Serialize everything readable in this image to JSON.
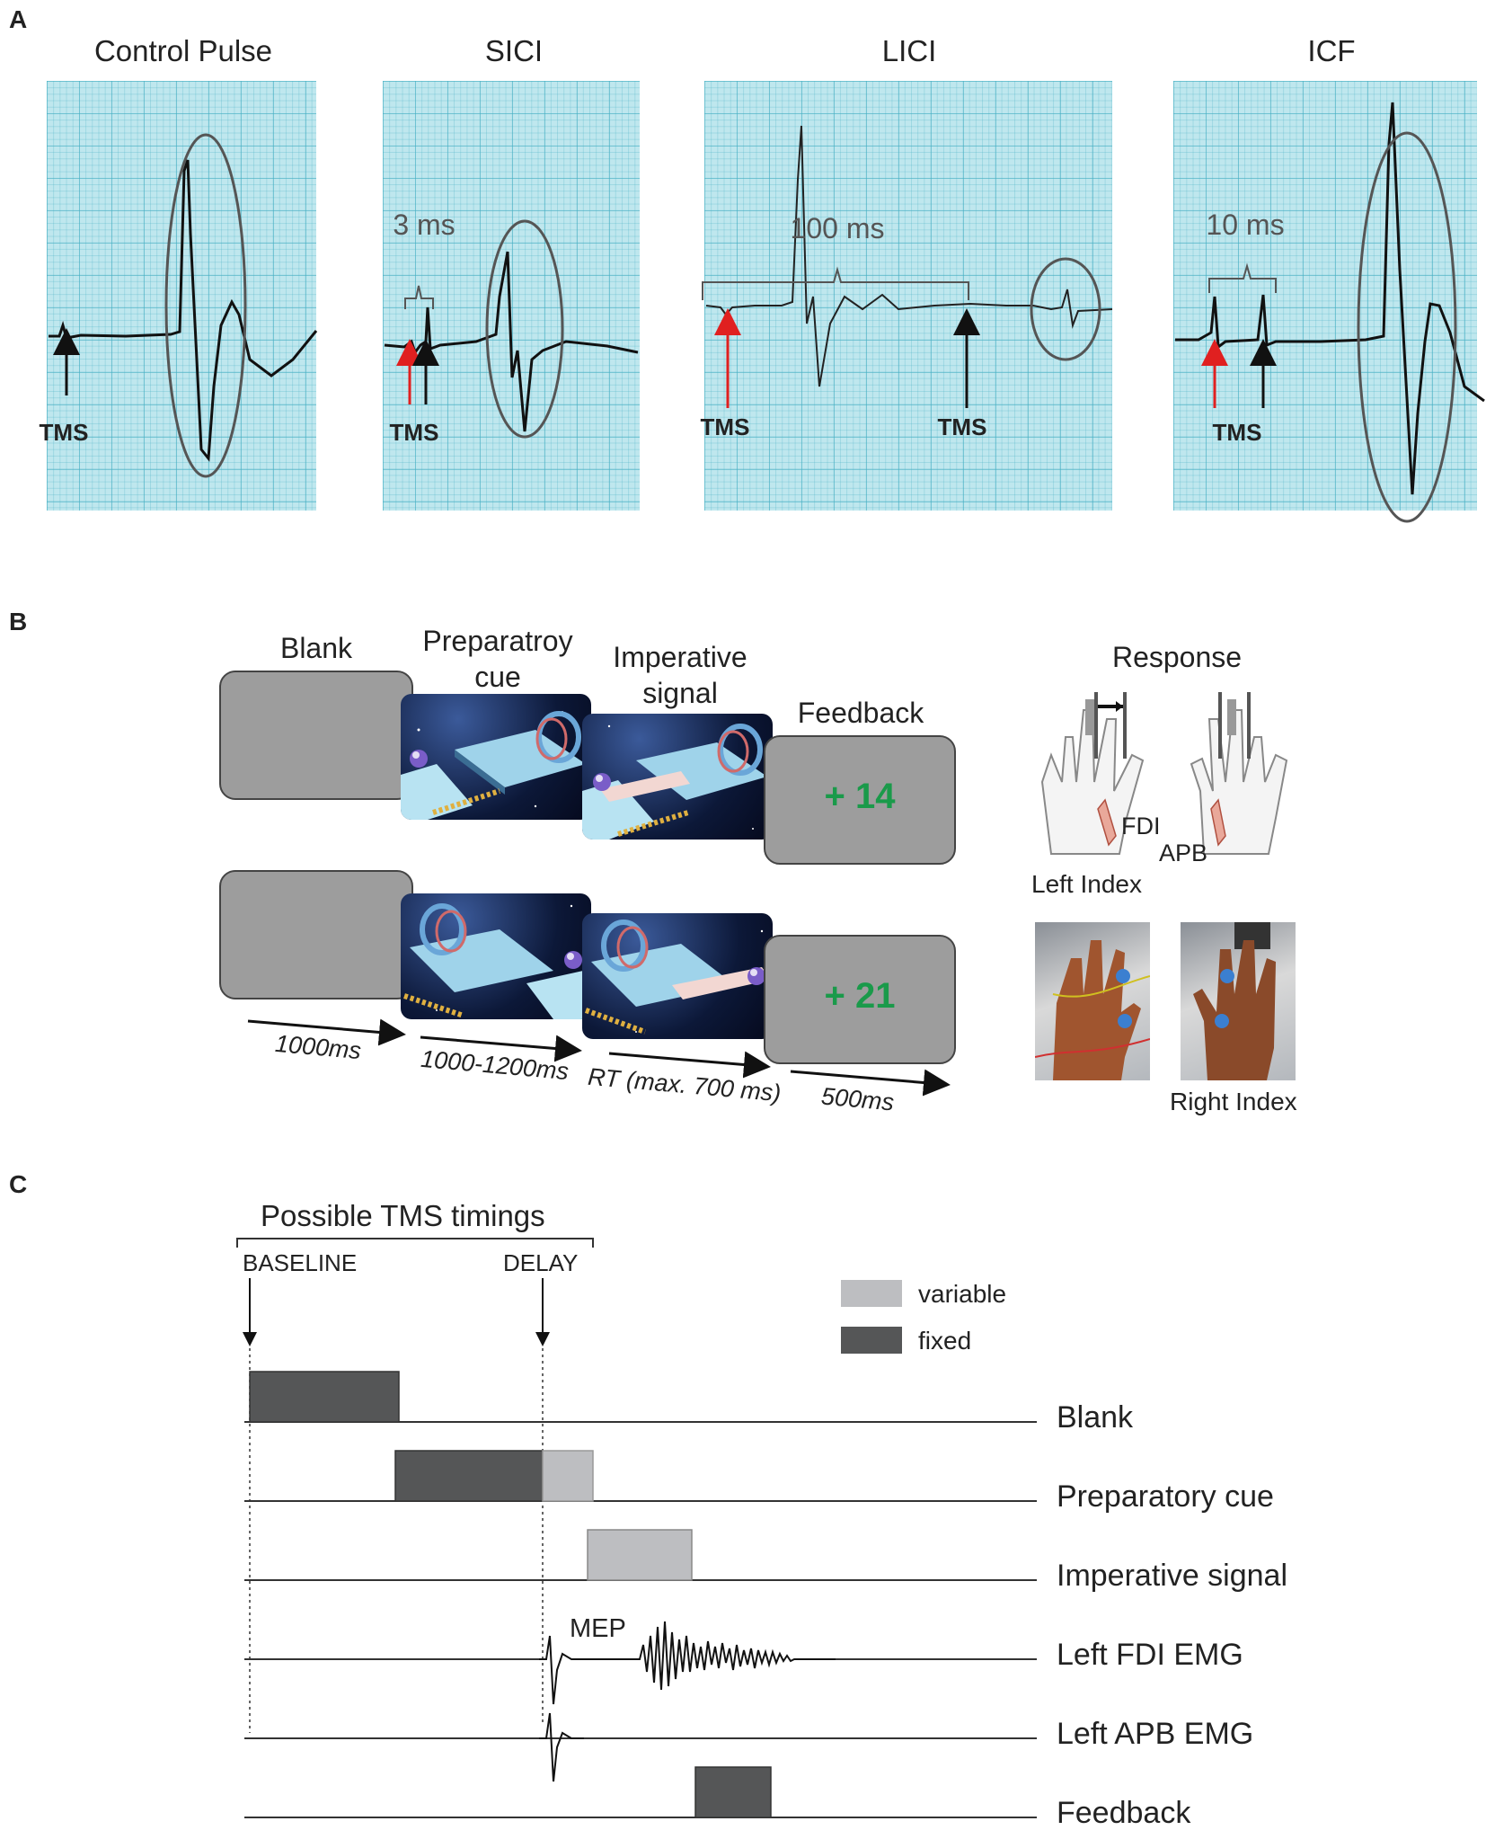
{
  "panel_a": {
    "letter": "A",
    "traces": [
      {
        "title": "Control Pulse",
        "tms_labels": [
          "TMS"
        ]
      },
      {
        "title": "SICI",
        "interval": "3 ms",
        "tms_labels": [
          "TMS"
        ]
      },
      {
        "title": "LICI",
        "interval": "100 ms",
        "tms_labels": [
          "TMS",
          "TMS"
        ]
      },
      {
        "title": "ICF",
        "interval": "10 ms",
        "tms_labels": [
          "TMS"
        ]
      }
    ]
  },
  "panel_b": {
    "letter": "B",
    "screens": {
      "blank": "Blank",
      "preparatory_line1": "Preparatroy",
      "preparatory_line2": "cue",
      "imperative_line1": "Imperative",
      "imperative_line2": "signal",
      "feedback": "Feedback"
    },
    "feedback_values": [
      "+ 14",
      "+ 21"
    ],
    "durations": [
      "1000ms",
      "1000-1200ms",
      "RT (max. 700 ms)",
      "500ms"
    ],
    "response": {
      "title": "Response",
      "muscle_fdi": "FDI",
      "muscle_apb": "APB",
      "left_index": "Left Index",
      "right_index": "Right Index"
    }
  },
  "panel_c": {
    "letter": "C",
    "timing_title": "Possible TMS timings",
    "baseline": "BASELINE",
    "delay": "DELAY",
    "legend": {
      "variable": "variable",
      "fixed": "fixed",
      "variable_color": "#bdbec1",
      "fixed_color": "#555657"
    },
    "mep": "MEP",
    "rows": [
      "Blank",
      "Preparatory cue",
      "Imperative signal",
      "Left FDI EMG",
      "Left APB EMG",
      "Feedback"
    ]
  }
}
